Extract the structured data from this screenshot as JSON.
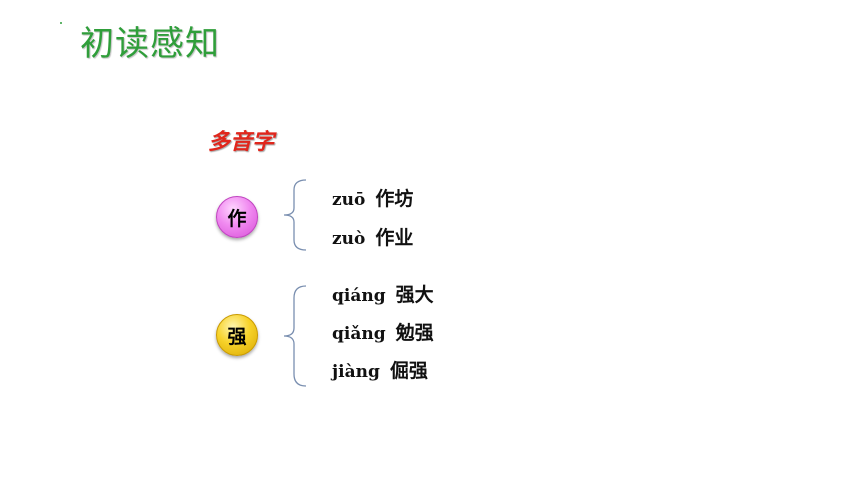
{
  "title": "初读感知",
  "subtitle": "多音字",
  "groups": [
    {
      "character": "作",
      "color": "#e873e8",
      "entries": [
        {
          "pinyin": "zuō",
          "word": "作坊"
        },
        {
          "pinyin": "zuò",
          "word": "作业"
        }
      ]
    },
    {
      "character": "强",
      "color": "#f2c91c",
      "entries": [
        {
          "pinyin": "qiáng",
          "word": "强大"
        },
        {
          "pinyin": "qiǎng",
          "word": "勉强"
        },
        {
          "pinyin": "jiàng",
          "word": "倔强"
        }
      ]
    }
  ]
}
